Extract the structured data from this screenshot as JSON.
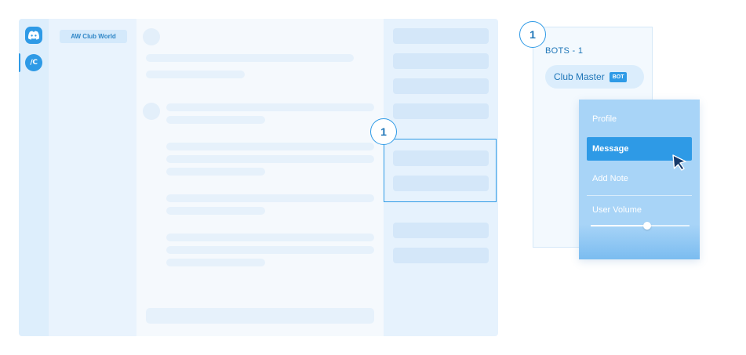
{
  "server_rail": {
    "home_icon": "discord-logo-icon",
    "server_icon_label": "/C"
  },
  "server_name": "AW Club World",
  "step_badge_chat": "1",
  "step_badge_card": "1",
  "member_popout": {
    "heading": "BOTS - 1",
    "member_name": "Club Master",
    "bot_tag": "BOT"
  },
  "context_menu": {
    "items": [
      "Profile",
      "Message",
      "Add Note"
    ],
    "active_index": 1,
    "volume_label": "User Volume",
    "volume_level": 0.57
  },
  "colors": {
    "accent": "#2e9ae6",
    "accent_text": "#1f76b8",
    "menu_bg": "#a8d4f7",
    "skeleton": "#e6f1fb"
  }
}
